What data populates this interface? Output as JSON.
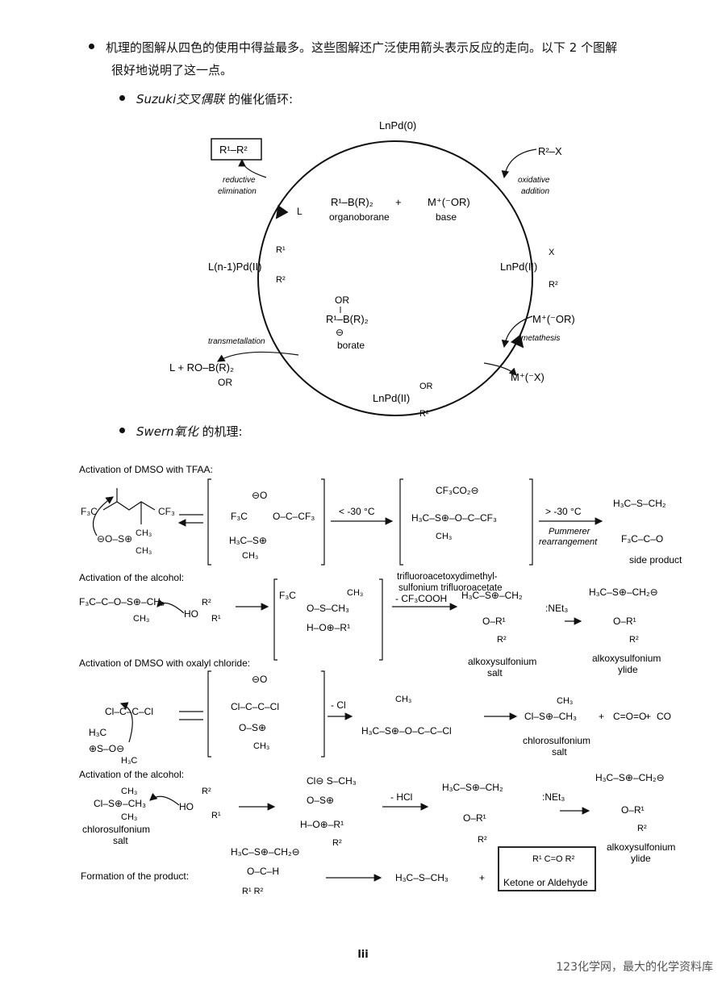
{
  "intro": {
    "line1": "机理的图解从四色的使用中得益最多。这些图解还广泛使用箭头表示反应的走向。以下 2 个图解",
    "line2": "很好地说明了这一点。"
  },
  "suzuki": {
    "heading_name": "Suzuki交叉偶联",
    "heading_rest": "的催化循环:",
    "top_pd": "LnPd(0)",
    "product": "R¹–R²",
    "reductive": [
      "reductive",
      "elimination"
    ],
    "oxidative": [
      "oxidative",
      "addition"
    ],
    "r2x": "R²–X",
    "organoborane_formula": "R¹–B(R)₂",
    "plus": "+",
    "base_formula": "M⁺(⁻OR)",
    "organoborane_label": "organoborane",
    "base_label": "base",
    "L": "L",
    "left_pd": "L(n-1)Pd(II)",
    "left_pd_r1": "R¹",
    "left_pd_r2": "R²",
    "right_pd": "LnPd(II)",
    "right_pd_x": "X",
    "right_pd_r2": "R²",
    "borate_or": "OR",
    "borate_formula": "R¹–B(R)₂",
    "borate_charge": "⊖",
    "borate_label": "borate",
    "transmetallation": "transmetallation",
    "metathesis_reagent": "M⁺(⁻OR)",
    "metathesis": "metathesis",
    "byproduct": "L + RO–B(R)₂",
    "byproduct_or": "OR",
    "mx": "M⁺(⁻X)",
    "bottom_pd": "LnPd(II)",
    "bottom_pd_or": "OR",
    "bottom_pd_r2": "R²"
  },
  "swern": {
    "heading_name": "Swern氧化",
    "heading_rest": "的机理:",
    "sec1_title": "Activation of DMSO with TFAA:",
    "sec2_title": "Activation of the alcohol:",
    "sec3_title": "Activation of DMSO with oxalyl chloride:",
    "sec4_title": "Activation of the alcohol:",
    "sec5_title": "Formation of the product:",
    "cond_low": "< -30 °C",
    "cond_high": "> -30 °C",
    "pummerer": [
      "Pummerer",
      "rearrangement"
    ],
    "tfa_salt": [
      "trifluoroacetoxydimethyl-",
      "sulfonium trifluoroacetate"
    ],
    "side_product": "side product",
    "minus_tfa": "- CF₃COOH",
    "net3": ":NEt₃",
    "alkoxysulfonium_salt": [
      "alkoxysulfonium",
      "salt"
    ],
    "alkoxysulfonium_ylide": [
      "alkoxysulfonium",
      "ylide"
    ],
    "minus_cl": "- Cl",
    "chloro_salt": [
      "chlorosulfonium",
      "salt"
    ],
    "co2": "C=O=O",
    "co": "CO",
    "minus_hcl": "- HCl",
    "dms": "H₃C–S–CH₃",
    "product_box": "Ketone or Aldehyde"
  },
  "page_number": "lii",
  "watermark": "123化学网，最大的化学资料库"
}
